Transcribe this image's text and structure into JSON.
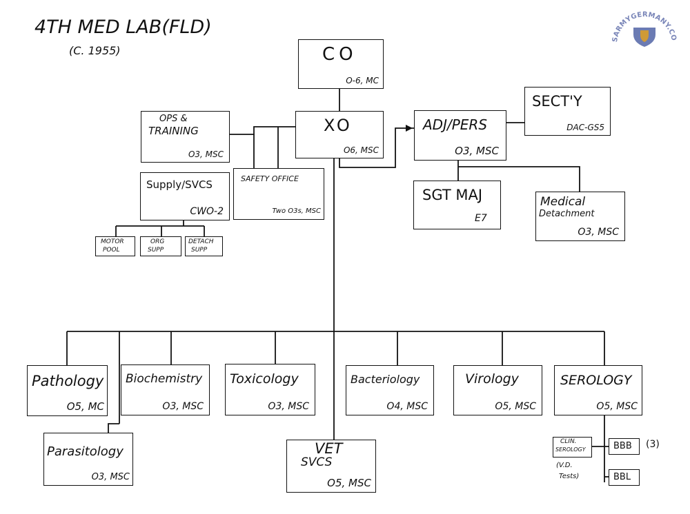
{
  "title": "4TH MED LAB(FLD)",
  "subtitle": "(C. 1955)",
  "watermark": "USARMYGERMANY.COM",
  "colors": {
    "ink": "#111111",
    "watermark_text": "#7a86b8",
    "badge_blue": "#3a4f9a",
    "badge_gold": "#e0a020"
  },
  "boxes": {
    "co": {
      "name": "CO",
      "grade": "O-6, MC"
    },
    "xo": {
      "name": "XO",
      "grade": "O6, MSC"
    },
    "ops": {
      "name_line1": "OPS &",
      "name_line2": "TRAINING",
      "grade": "O3, MSC"
    },
    "supply": {
      "name": "Supply/SVCS",
      "grade": "CWO-2"
    },
    "safety": {
      "name": "SAFETY OFFICE",
      "grade": "Two O3s, MSC"
    },
    "motor": {
      "line1": "MOTOR",
      "line2": "POOL"
    },
    "org": {
      "line1": "ORG",
      "line2": "SUPP"
    },
    "detach": {
      "line1": "DETACH",
      "line2": "SUPP"
    },
    "adj": {
      "name": "ADJ/PERS",
      "grade": "O3, MSC"
    },
    "secty": {
      "name": "SECT'Y",
      "grade": "DAC-GS5"
    },
    "sgtmaj": {
      "name": "SGT MAJ",
      "grade": "E7"
    },
    "meddet": {
      "line1": "Medical",
      "line2": "Detachment",
      "grade": "O3, MSC"
    },
    "pathology": {
      "name": "Pathology",
      "grade": "O5, MC"
    },
    "biochem": {
      "name": "Biochemistry",
      "grade": "O3, MSC"
    },
    "toxicology": {
      "name": "Toxicology",
      "grade": "O3, MSC"
    },
    "bacteriology": {
      "name": "Bacteriology",
      "grade": "O4, MSC"
    },
    "virology": {
      "name": "Virology",
      "grade": "O5, MSC"
    },
    "serology": {
      "name": "SEROLOGY",
      "grade": "O5, MSC"
    },
    "parasitology": {
      "name": "Parasitology",
      "grade": "O3, MSC"
    },
    "vet": {
      "line1": "VET",
      "line2": "SVCS",
      "grade": "O5, MSC"
    },
    "clin": {
      "line1": "CLIN.",
      "line2": "SEROLOGY"
    },
    "bbb": {
      "name": "BBB"
    },
    "bbl": {
      "name": "BBL"
    }
  },
  "notes": {
    "bbb_count": "(3)",
    "vd_line1": "(V.D.",
    "vd_line2": "Tests)"
  }
}
